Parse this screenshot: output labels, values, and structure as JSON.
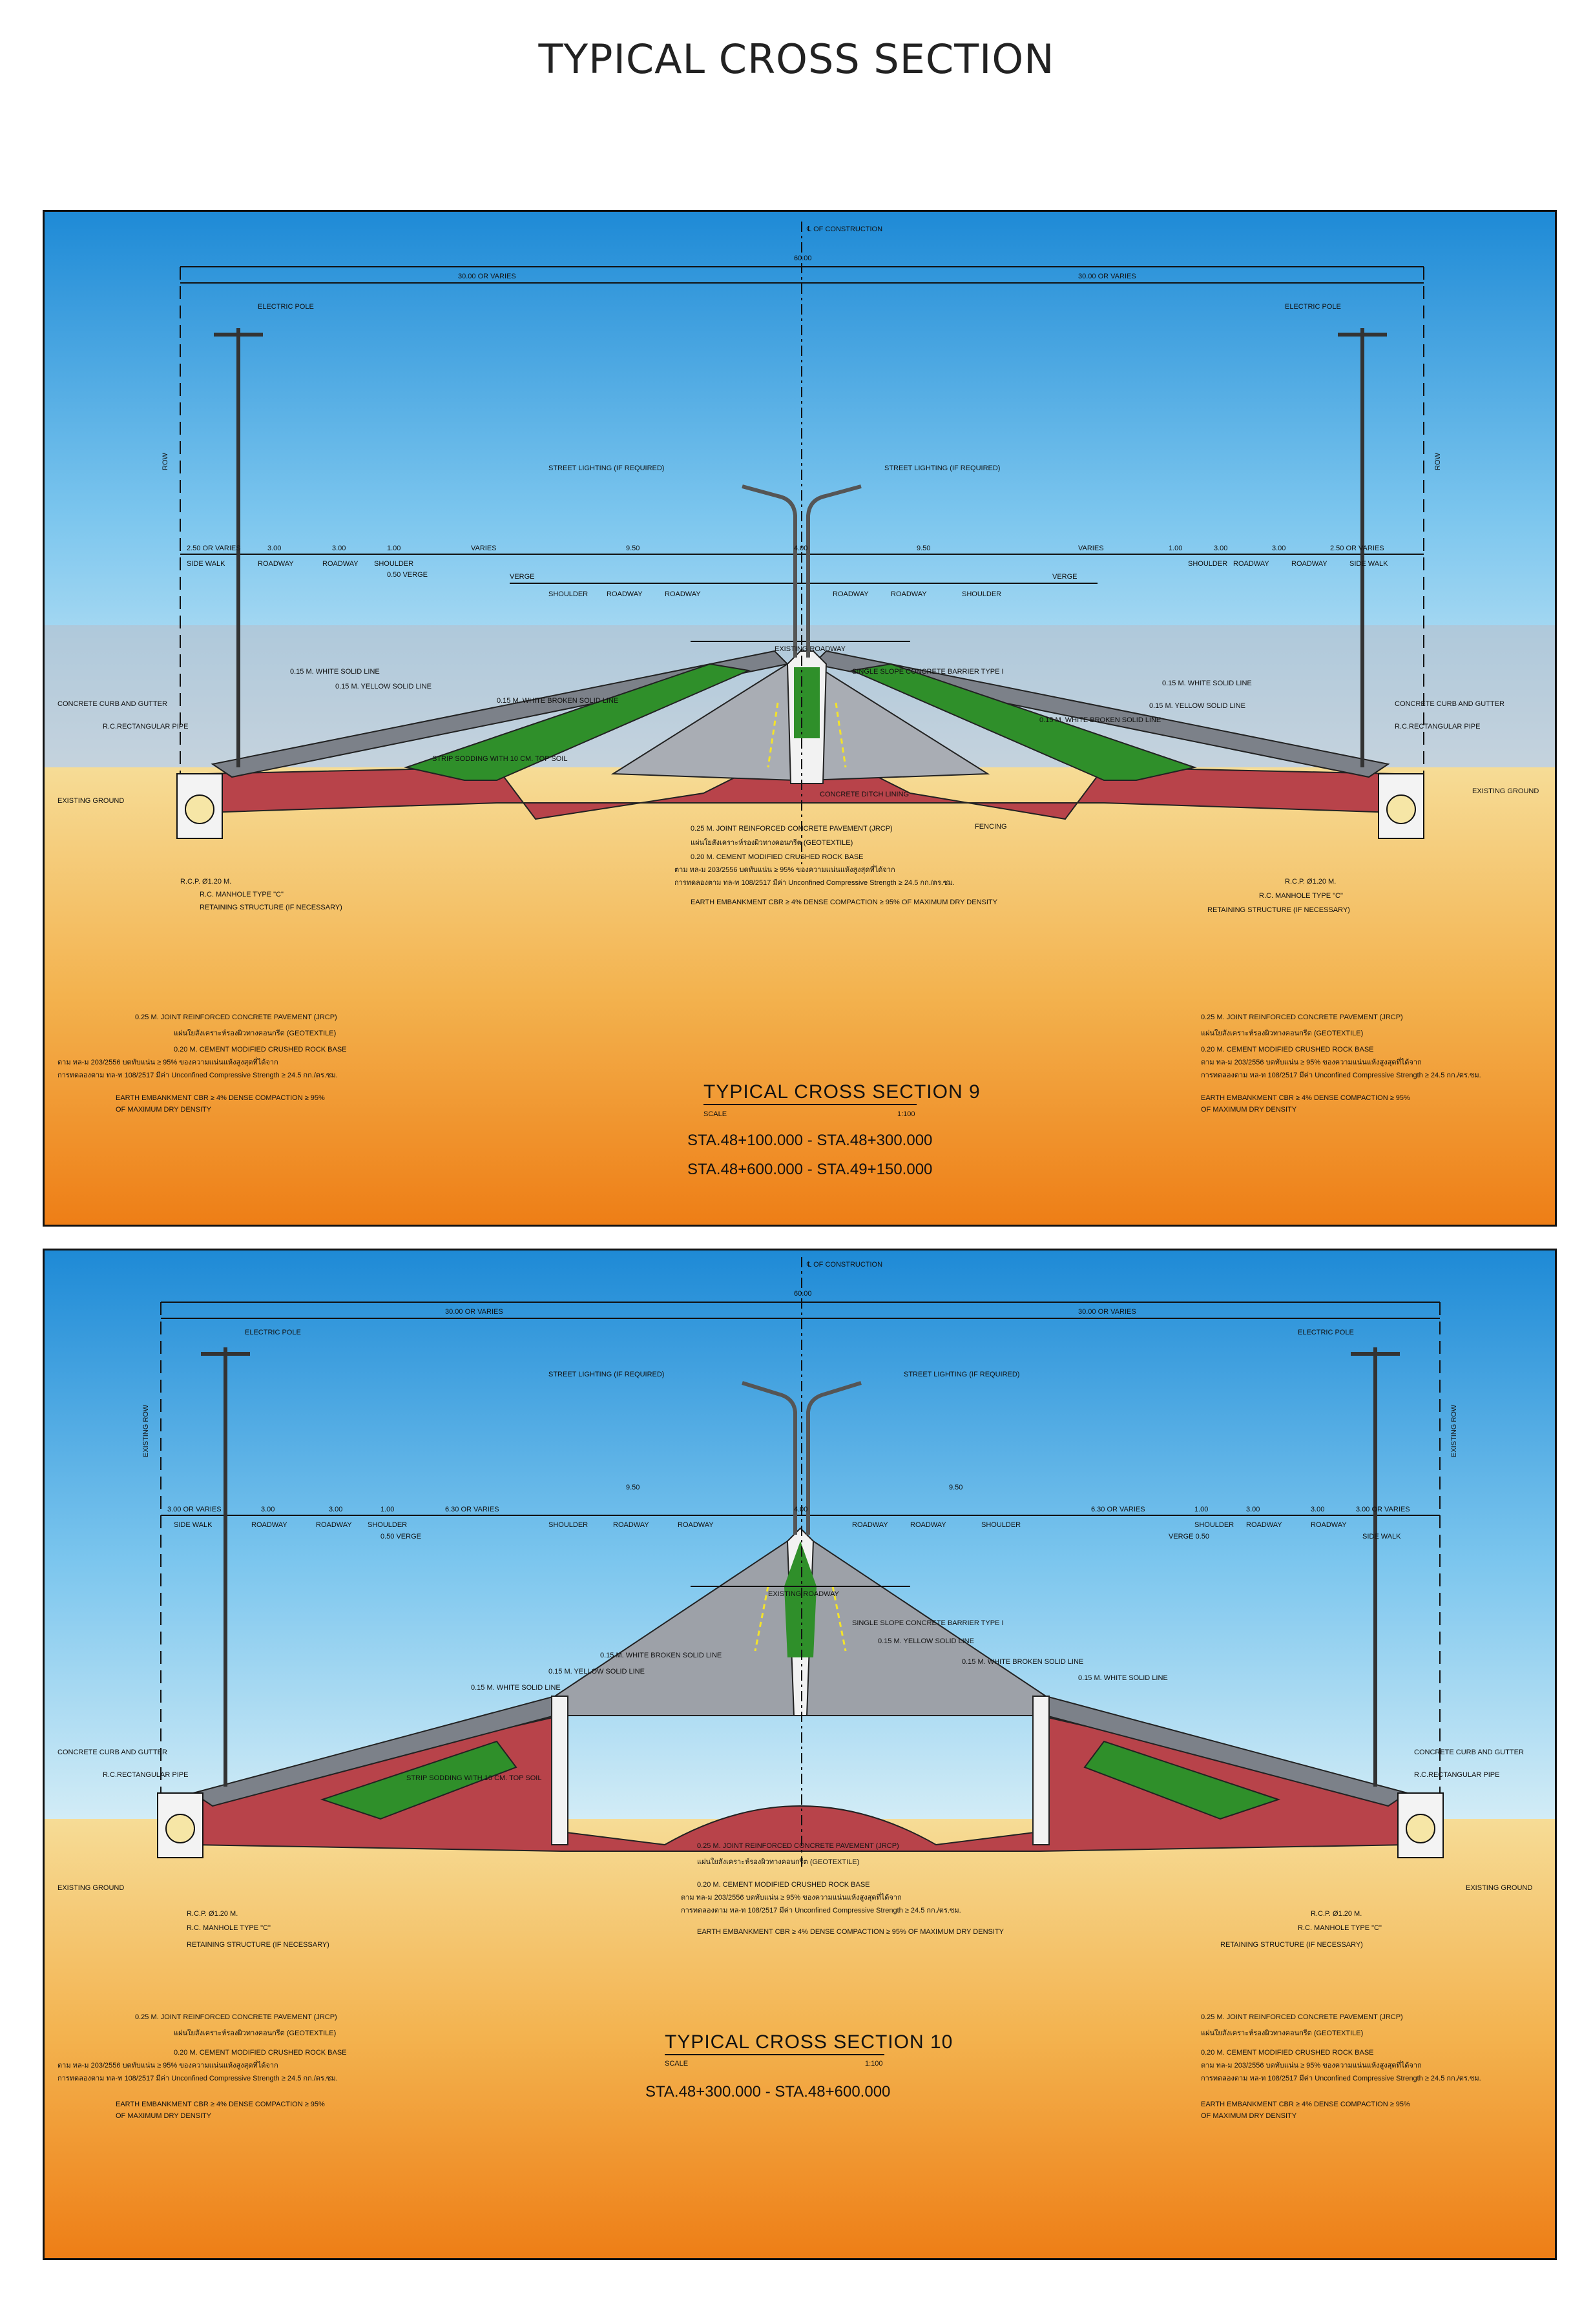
{
  "page": {
    "title": "TYPICAL CROSS SECTION"
  },
  "colors": {
    "sky_top": "#1f8fd8",
    "sky_bottom": "#b9e4f5",
    "ground_top": "#f4d78a",
    "ground_bottom": "#f08a1c",
    "embankment": "#b8434a",
    "pavement": "#8a8f96",
    "grass": "#2f8f2a",
    "drawing_line": "#111111"
  },
  "sections": [
    {
      "title": "TYPICAL CROSS SECTION 9",
      "scale_label": "SCALE",
      "scale_value": "1:100",
      "stations": [
        "STA.48+100.000  -  STA.48+300.000",
        "STA.48+600.000  -  STA.49+150.000"
      ],
      "centerline_label": "℄ OF CONSTRUCTION",
      "overall_width": "60.00",
      "half_width_left": "30.00 OR VARIES",
      "half_width_right": "30.00 OR VARIES",
      "electric_pole_left": "ELECTRIC POLE",
      "electric_pole_right": "ELECTRIC POLE",
      "row_left": "ROW",
      "row_right": "ROW",
      "street_lighting_left": "STREET LIGHTING (IF REQUIRED)",
      "street_lighting_right": "STREET LIGHTING (IF REQUIRED)",
      "dims_left": [
        "2.50 OR VARIES",
        "3.00",
        "3.00",
        "1.00",
        "VARIES",
        "9.50"
      ],
      "dims_right": [
        "9.50",
        "VARIES",
        "1.00",
        "3.00",
        "3.00",
        "2.50 OR VARIES"
      ],
      "labels_left": [
        "SIDE WALK",
        "ROADWAY",
        "ROADWAY",
        "SHOULDER",
        "0.50 VERGE",
        "VERGE",
        "SHOULDER",
        "ROADWAY",
        "ROADWAY"
      ],
      "labels_right": [
        "ROADWAY",
        "ROADWAY",
        "SHOULDER",
        "VERGE",
        "SHOULDER",
        "ROADWAY",
        "ROADWAY",
        "SIDE WALK"
      ],
      "median_width": "4.00",
      "existing_roadway": "EXISTING ROADWAY",
      "barrier_note": "SINGLE SLOPE CONCRETE BARRIER TYPE I",
      "line_notes_left": [
        "0.15 M. WHITE SOLID LINE",
        "0.15 M. YELLOW SOLID LINE",
        "0.15 M. WHITE BROKEN SOLID LINE"
      ],
      "line_notes_right": [
        "0.15 M. WHITE SOLID LINE",
        "0.15 M. YELLOW SOLID LINE",
        "0.15 M. WHITE BROKEN SOLID LINE"
      ],
      "curb_note_left": "CONCRETE CURB AND GUTTER",
      "curb_note_right": "CONCRETE CURB AND GUTTER",
      "pipe_note_left": "R.C.RECTANGULAR PIPE",
      "pipe_note_right": "R.C.RECTANGULAR PIPE",
      "ground_note_left": "EXISTING GROUND",
      "ground_note_right": "EXISTING GROUND",
      "sodding_note": "STRIP SODDING WITH 10 CM. TOP SOIL",
      "ditch_note": "CONCRETE DITCH LINING",
      "fencing_note": "FENCING",
      "center_notes": [
        "0.25 M. JOINT REINFORCED CONCRETE PAVEMENT (JRCP)",
        "แผ่นใยสังเคราะห์รองผิวทางคอนกรีต (GEOTEXTILE)",
        "0.20 M. CEMENT MODIFIED CRUSHED ROCK BASE",
        "ตาม ทล-ม 203/2556 บดทับแน่น ≥ 95% ของความแน่นแห้งสูงสุดที่ได้จาก",
        "การทดลองตาม ทล-ท 108/2517 มีค่า Unconfined Compressive Strength ≥ 24.5 กก./ตร.ซม.",
        "EARTH EMBANKMENT CBR ≥ 4% DENSE COMPACTION ≥ 95% OF MAXIMUM DRY DENSITY"
      ],
      "side_notes_left": [
        "R.C.P. Ø1.20 M.",
        "R.C. MANHOLE TYPE \"C\"",
        "RETAINING STRUCTURE (IF NECESSARY)"
      ],
      "side_notes_right": [
        "R.C.P. Ø1.20 M.",
        "R.C. MANHOLE TYPE \"C\"",
        "RETAINING STRUCTURE (IF NECESSARY)"
      ],
      "bottom_notes_left": [
        "0.25 M. JOINT REINFORCED CONCRETE PAVEMENT (JRCP)",
        "แผ่นใยสังเคราะห์รองผิวทางคอนกรีต (GEOTEXTILE)",
        "0.20 M. CEMENT MODIFIED CRUSHED ROCK BASE",
        "ตาม ทล-ม 203/2556 บดทับแน่น ≥ 95% ของความแน่นแห้งสูงสุดที่ได้จาก",
        "การทดลองตาม ทล-ท 108/2517 มีค่า Unconfined Compressive Strength ≥ 24.5 กก./ตร.ซม.",
        "EARTH EMBANKMENT CBR ≥ 4% DENSE COMPACTION ≥ 95%",
        "OF MAXIMUM DRY DENSITY"
      ],
      "bottom_notes_right": [
        "0.25 M. JOINT REINFORCED CONCRETE PAVEMENT (JRCP)",
        "แผ่นใยสังเคราะห์รองผิวทางคอนกรีต (GEOTEXTILE)",
        "0.20 M. CEMENT MODIFIED CRUSHED ROCK BASE",
        "ตาม ทล-ม 203/2556 บดทับแน่น ≥ 95% ของความแน่นแห้งสูงสุดที่ได้จาก",
        "การทดลองตาม ทล-ท 108/2517 มีค่า Unconfined Compressive Strength ≥ 24.5 กก./ตร.ซม.",
        "EARTH EMBANKMENT CBR ≥ 4% DENSE COMPACTION ≥ 95%",
        "OF MAXIMUM DRY DENSITY"
      ]
    },
    {
      "title": "TYPICAL CROSS SECTION 10",
      "scale_label": "SCALE",
      "scale_value": "1:100",
      "stations": [
        "STA.48+300.000  -  STA.48+600.000"
      ],
      "centerline_label": "℄ OF CONSTRUCTION",
      "overall_width": "60.00",
      "half_width_left": "30.00 OR VARIES",
      "half_width_right": "30.00 OR VARIES",
      "electric_pole_left": "ELECTRIC POLE",
      "electric_pole_right": "ELECTRIC POLE",
      "row_left": "EXISTING ROW",
      "row_right": "EXISTING ROW",
      "street_lighting_left": "STREET LIGHTING (IF REQUIRED)",
      "street_lighting_right": "STREET LIGHTING (IF REQUIRED)",
      "dims_left": [
        "3.00 OR VARIES",
        "3.00",
        "3.00",
        "1.00",
        "6.30 OR VARIES",
        "9.50"
      ],
      "dims_right": [
        "9.50",
        "6.30 OR VARIES",
        "1.00",
        "3.00",
        "3.00",
        "3.00 OR VARIES"
      ],
      "labels_left": [
        "SIDE WALK",
        "ROADWAY",
        "ROADWAY",
        "SHOULDER",
        "0.50 VERGE",
        "SHOULDER",
        "ROADWAY",
        "ROADWAY"
      ],
      "labels_right": [
        "ROADWAY",
        "ROADWAY",
        "SHOULDER",
        "SHOULDER",
        "ROADWAY",
        "ROADWAY",
        "VERGE 0.50",
        "SIDE WALK"
      ],
      "median_width": "4.00",
      "existing_roadway": "EXISTING ROADWAY",
      "barrier_note": "SINGLE SLOPE CONCRETE BARRIER TYPE I",
      "line_notes_left": [
        "0.15 M. WHITE SOLID LINE",
        "0.15 M. YELLOW SOLID LINE",
        "0.15 M. WHITE BROKEN SOLID LINE"
      ],
      "line_notes_right": [
        "0.15 M. WHITE SOLID LINE",
        "0.15 M. YELLOW SOLID LINE",
        "0.15 M. WHITE BROKEN SOLID LINE"
      ],
      "curb_note_left": "CONCRETE CURB AND GUTTER",
      "curb_note_right": "CONCRETE CURB AND GUTTER",
      "pipe_note_left": "R.C.RECTANGULAR PIPE",
      "pipe_note_right": "R.C.RECTANGULAR PIPE",
      "ground_note_left": "EXISTING GROUND",
      "ground_note_right": "EXISTING GROUND",
      "sodding_note": "STRIP SODDING WITH 10 CM. TOP SOIL",
      "ditch_note": "",
      "fencing_note": "",
      "center_notes": [
        "0.25 M. JOINT REINFORCED CONCRETE PAVEMENT (JRCP)",
        "แผ่นใยสังเคราะห์รองผิวทางคอนกรีต (GEOTEXTILE)",
        "0.20 M. CEMENT MODIFIED CRUSHED ROCK BASE",
        "ตาม ทล-ม 203/2556 บดทับแน่น ≥ 95% ของความแน่นแห้งสูงสุดที่ได้จาก",
        "การทดลองตาม ทล-ท 108/2517 มีค่า Unconfined Compressive Strength ≥ 24.5 กก./ตร.ซม.",
        "EARTH EMBANKMENT CBR ≥ 4% DENSE COMPACTION ≥ 95% OF MAXIMUM DRY DENSITY"
      ],
      "side_notes_left": [
        "R.C.P. Ø1.20 M.",
        "R.C. MANHOLE TYPE \"C\"",
        "RETAINING STRUCTURE (IF NECESSARY)"
      ],
      "side_notes_right": [
        "R.C.P. Ø1.20 M.",
        "R.C. MANHOLE TYPE \"C\"",
        "RETAINING STRUCTURE (IF NECESSARY)"
      ],
      "bottom_notes_left": [
        "0.25 M. JOINT REINFORCED CONCRETE PAVEMENT (JRCP)",
        "แผ่นใยสังเคราะห์รองผิวทางคอนกรีต (GEOTEXTILE)",
        "0.20 M. CEMENT MODIFIED CRUSHED ROCK BASE",
        "ตาม ทล-ม 203/2556 บดทับแน่น ≥ 95% ของความแน่นแห้งสูงสุดที่ได้จาก",
        "การทดลองตาม ทล-ท 108/2517 มีค่า Unconfined Compressive Strength ≥ 24.5 กก./ตร.ซม.",
        "EARTH EMBANKMENT CBR ≥ 4% DENSE COMPACTION ≥ 95%",
        "OF MAXIMUM DRY DENSITY"
      ],
      "bottom_notes_right": [
        "0.25 M. JOINT REINFORCED CONCRETE PAVEMENT (JRCP)",
        "แผ่นใยสังเคราะห์รองผิวทางคอนกรีต (GEOTEXTILE)",
        "0.20 M. CEMENT MODIFIED CRUSHED ROCK BASE",
        "ตาม ทล-ม 203/2556 บดทับแน่น ≥ 95% ของความแน่นแห้งสูงสุดที่ได้จาก",
        "การทดลองตาม ทล-ท 108/2517 มีค่า Unconfined Compressive Strength ≥ 24.5 กก./ตร.ซม.",
        "EARTH EMBANKMENT CBR ≥ 4% DENSE COMPACTION ≥ 95%",
        "OF MAXIMUM DRY DENSITY"
      ]
    }
  ]
}
